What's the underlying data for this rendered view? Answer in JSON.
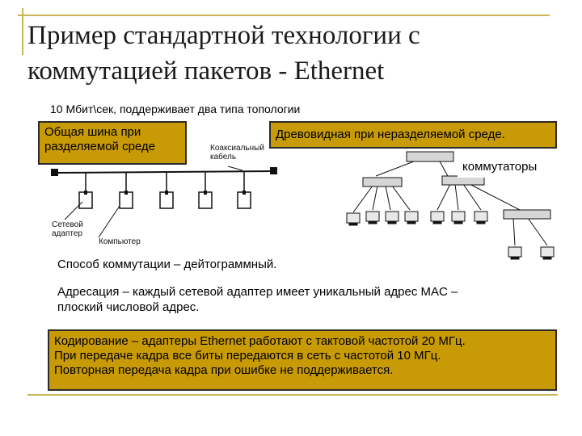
{
  "slide": {
    "title": "Пример стандартной технологии с\nкоммутацией пакетов - Ethernet",
    "subtitle": "10 Мбит\\сек,  поддерживает два типа топологии"
  },
  "topologies": {
    "bus_label": "Общая шина при\nразделяемой среде",
    "tree_label": "Древовидная при неразделяемой среде."
  },
  "bus_diagram": {
    "cable_label": "Коаксиальный\nкабель",
    "adapter_label": "Сетевой\nадаптер",
    "computer_label": "Компьютер"
  },
  "tree_diagram": {
    "switches_label": "коммутаторы"
  },
  "body": {
    "switching_method": "Способ коммутации – дейтограммный.",
    "addressing": "Адресация – каждый сетевой адаптер имеет уникальный адрес MAC –\nплоский числовой адрес.",
    "encoding": "Кодирование – адаптеры Ethernet  работают с тактовой частотой 20 МГц.\nПри передаче кадра все биты передаются в сеть с частотой 10 МГц.\n Повторная передача кадра при ошибке не поддерживается."
  },
  "colors": {
    "accent_gold": "#c89a06",
    "frame_line": "#c9b458"
  }
}
